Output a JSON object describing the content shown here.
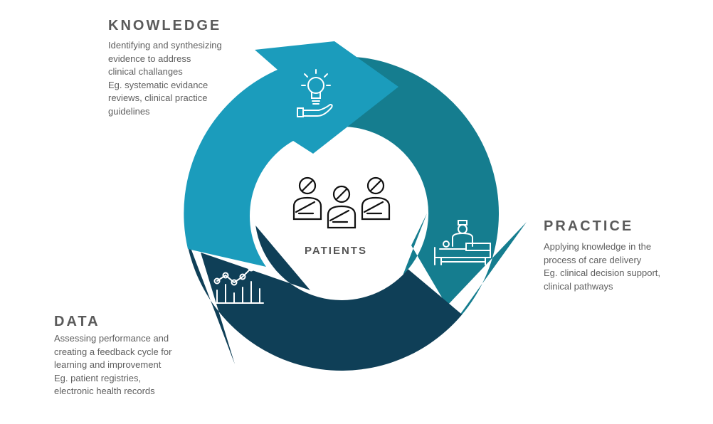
{
  "center": {
    "label": "PATIENTS"
  },
  "stages": {
    "knowledge": {
      "title": "KNOWLEDGE",
      "lines": [
        "Identifying and synthesizing",
        "evidence to address",
        "clinical challanges",
        "Eg. systematic evidance",
        "reviews, clinical practice",
        "guidelines"
      ],
      "color": "#1b9cbc",
      "icon": "lightbulb-hand-icon"
    },
    "practice": {
      "title": "PRACTICE",
      "lines": [
        "Applying knowledge in the",
        "process of care delivery",
        "Eg. clinical decision support,",
        "clinical pathways"
      ],
      "color": "#157d8f",
      "icon": "doctor-patient-bed-icon"
    },
    "data": {
      "title": "DATA",
      "lines": [
        "Assessing performance and",
        "creating a feedback cycle for",
        "learning and improvement",
        "Eg. patient registries,",
        "electronic health records"
      ],
      "color": "#0f3f57",
      "icon": "bar-line-chart-icon"
    }
  }
}
